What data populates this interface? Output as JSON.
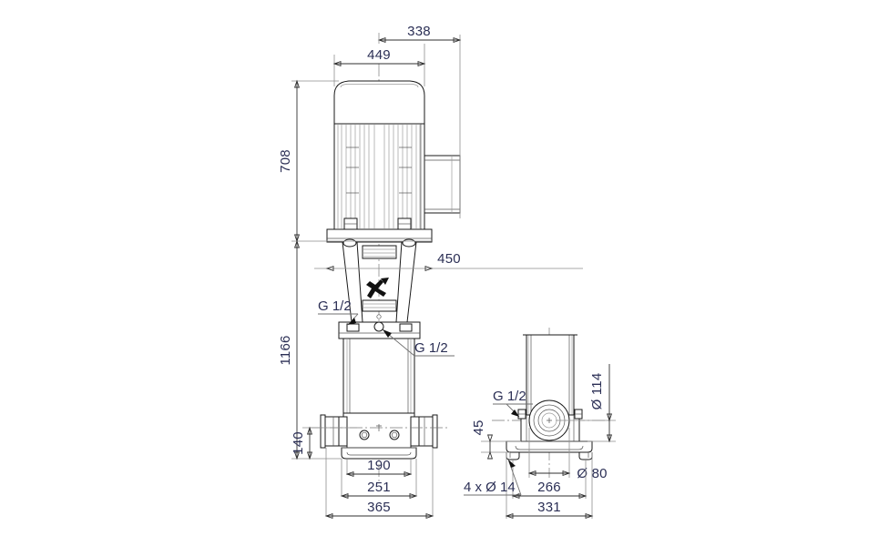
{
  "drawing": {
    "type": "technical-dimension-drawing",
    "subject": "vertical multistage centrifugal pump",
    "views": [
      "front-elevation",
      "side-elevation"
    ]
  },
  "dimensions": {
    "front": {
      "top_overall_width": "338",
      "motor_width": "449",
      "motor_height": "708",
      "pump_height": "1166",
      "coupling_offset": "450",
      "port_centerline_height": "140",
      "base_inner_width": "190",
      "base_bolt_width": "251",
      "base_overall_width": "365"
    },
    "side": {
      "flange_diameter": "Ø 114",
      "port_diameter": "Ø 80",
      "foot_height": "45",
      "base_bolt_spacing": "266",
      "base_overall_depth": "331",
      "bolt_holes": "4 x Ø 14"
    }
  },
  "labels": {
    "plug_upper": "G 1/2",
    "plug_lower": "G 1/2",
    "plug_side": "G 1/2"
  },
  "colors": {
    "text": "#2b2f55",
    "dimension_line": "#2f2f2f",
    "extension_line": "#8e8e8e",
    "object_line": "#1a1a1a",
    "background": "#ffffff"
  },
  "chart_data": {
    "type": "table",
    "title": "Pump dimension schedule",
    "categories": [
      "338",
      "449",
      "708",
      "1166",
      "450",
      "140",
      "190",
      "251",
      "365",
      "Ø 114",
      "Ø 80",
      "45",
      "266",
      "331",
      "4 x Ø 14"
    ],
    "values": [
      338,
      449,
      708,
      1166,
      450,
      140,
      190,
      251,
      365,
      114,
      80,
      45,
      266,
      331,
      14
    ]
  }
}
